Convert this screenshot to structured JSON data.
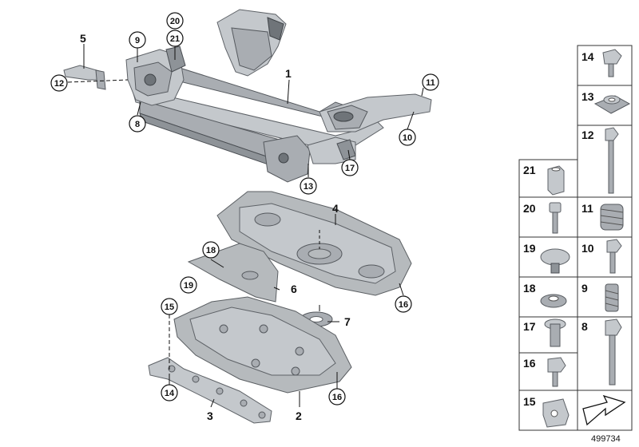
{
  "diagram": {
    "ref_number": "499734",
    "parts": [
      {
        "num": "1"
      },
      {
        "num": "2"
      },
      {
        "num": "3"
      },
      {
        "num": "4"
      },
      {
        "num": "5"
      },
      {
        "num": "6"
      },
      {
        "num": "7"
      },
      {
        "num": "8"
      },
      {
        "num": "9"
      },
      {
        "num": "10"
      },
      {
        "num": "11"
      },
      {
        "num": "12"
      },
      {
        "num": "13"
      },
      {
        "num": "14"
      },
      {
        "num": "15"
      },
      {
        "num": "16"
      },
      {
        "num": "17"
      },
      {
        "num": "18"
      },
      {
        "num": "19"
      },
      {
        "num": "20"
      },
      {
        "num": "21"
      }
    ],
    "callouts": {
      "c20": "20",
      "c21": "21",
      "c9": "9",
      "c12": "12",
      "c8": "8",
      "c11": "11",
      "c10": "10",
      "c13": "13",
      "c17": "17",
      "c18": "18",
      "c19": "19",
      "c15": "15",
      "c14": "14",
      "c16a": "16",
      "c16b": "16"
    },
    "labels": {
      "l1": "1",
      "l2": "2",
      "l3": "3",
      "l4": "4",
      "l5": "5",
      "l6": "6",
      "l7": "7"
    },
    "table": {
      "t14": "14",
      "t13": "13",
      "t12": "12",
      "t21": "21",
      "t11": "11",
      "t20": "20",
      "t19": "19",
      "t10": "10",
      "t18": "18",
      "t9": "9",
      "t17": "17",
      "t8": "8",
      "t16": "16",
      "t15": "15"
    }
  }
}
